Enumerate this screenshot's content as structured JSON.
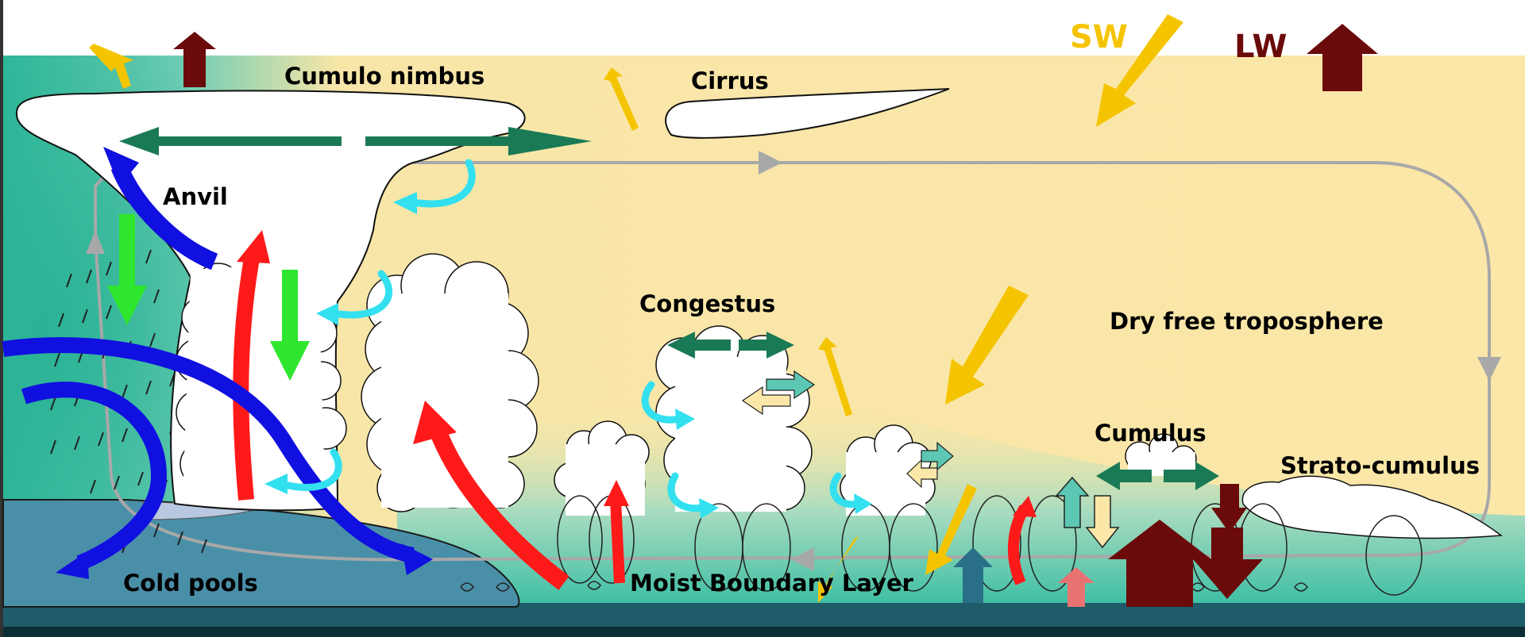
{
  "labels": {
    "cumulonimbus": "Cumulo nimbus",
    "cirrus": "Cirrus",
    "anvil": "Anvil",
    "congestus": "Congestus",
    "dry_free_troposphere": "Dry free troposphere",
    "cumulus": "Cumulus",
    "stratocumulus": "Strato-cumulus",
    "cold_pools": "Cold pools",
    "moist_boundary_layer": "Moist Boundary Layer",
    "sw": "SW",
    "lw": "LW"
  },
  "colors": {
    "sky_dry": "#fbe7a8",
    "sky_moist": "#4fc4a8",
    "boundary_layer": "#5cc7b2",
    "sea": "#1f5c6a",
    "cold_pool": "#4a8fa8",
    "cloud": "#ffffff",
    "shortwave": "#f5c400",
    "longwave": "#6b0a0a",
    "updraft": "#ff1a1a",
    "downdraft": "#2ee62e",
    "cold_flow": "#1010e0",
    "detrainment": "#1a7a55",
    "entrainment": "#33e0f0",
    "circulation": "#a8a8a8",
    "sw_label": "#f5c400",
    "lw_label": "#6b0a0a"
  }
}
